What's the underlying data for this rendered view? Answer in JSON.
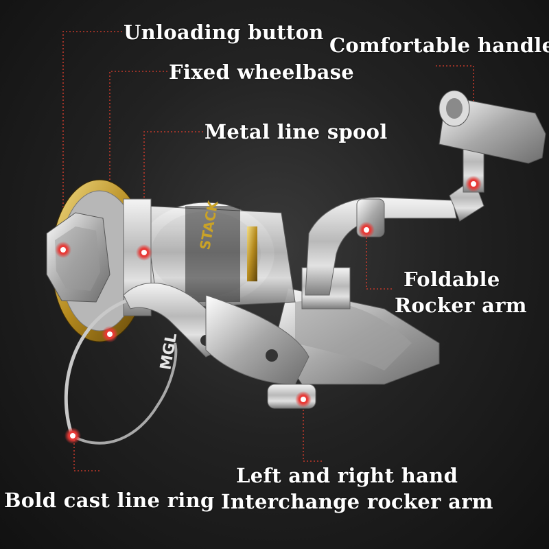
{
  "callouts": {
    "unloading_button": "Unloading button",
    "comfortable_handle": "Comfortable handle",
    "fixed_wheelbase": "Fixed wheelbase",
    "metal_line_spool": "Metal line spool",
    "foldable_line1": "Foldable",
    "foldable_line2": "Rocker arm",
    "left_right_line1": "Left and right hand",
    "left_right_line2": "Interchange rocker arm",
    "bold_cast_line_ring": "Bold cast line ring"
  },
  "spool_text": {
    "brand": "STACK",
    "model": "MGL"
  },
  "colors": {
    "leader_line": "#c0392b",
    "marker": "#e53935",
    "label_text": "#ffffff",
    "gold_accent": "#c9a227"
  }
}
